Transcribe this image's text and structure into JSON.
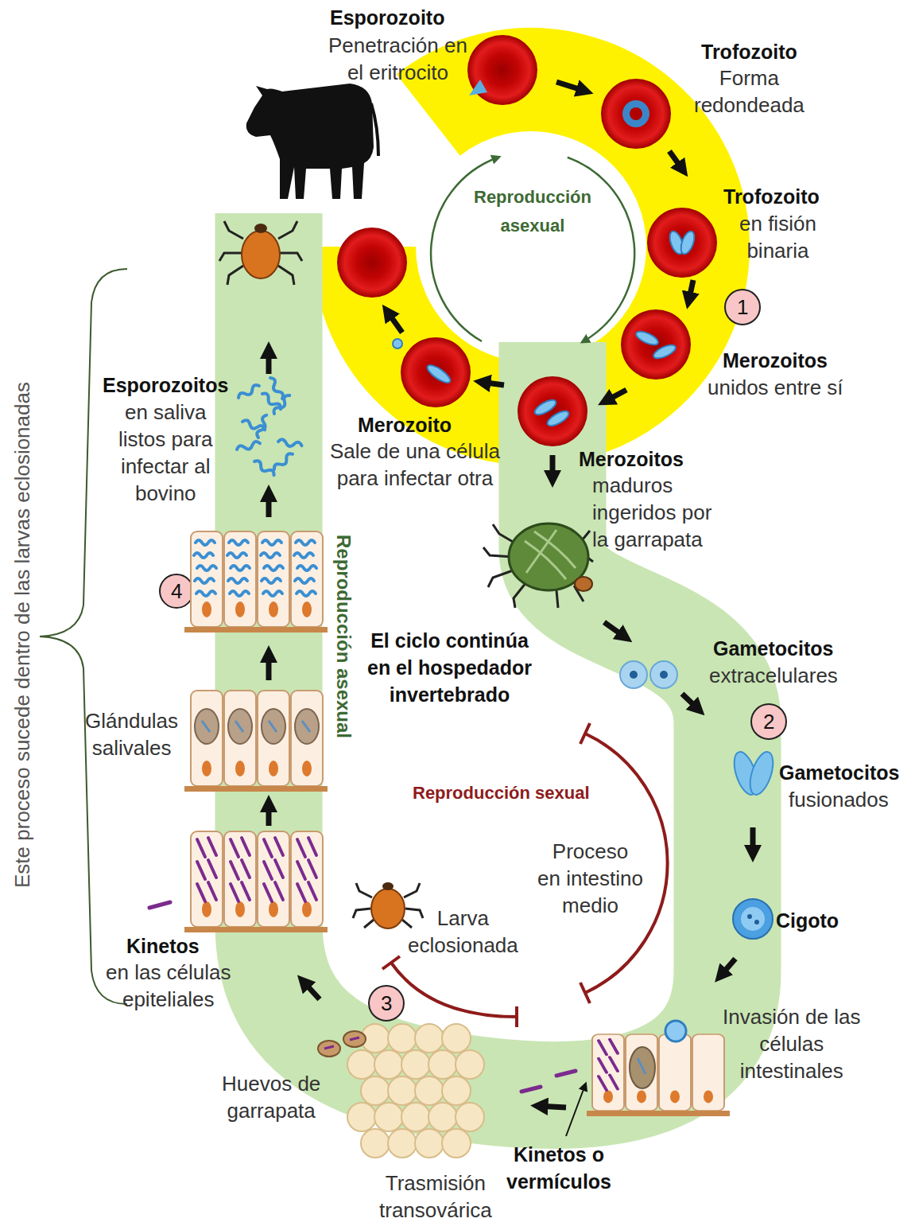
{
  "diagram": {
    "labels": [
      "Esporozoito",
      "Penetración en el eritrocito",
      "Trofozoito",
      "Forma redondeada",
      "Reproducción asexual",
      "Trofozoito",
      "en fisión binaria",
      "1",
      "Merozoitos",
      "unidos entre sí",
      "Esporozoitos",
      "en saliva listos para infectar al bovino",
      "Merozoito",
      "Sale de una célula para infectar otra",
      "Merozoitos",
      "maduros ingeridos por la garrapata",
      "Reproducción asexual",
      "4",
      "El ciclo continúa en el hospedador invertebrado",
      "Gametocitos",
      "extracelulares",
      "2",
      "Glándulas salivales",
      "Reproducción sexual",
      "Gametocitos",
      "fusionados",
      "Proceso en intestino medio",
      "Cigoto",
      "Larva eclosionada",
      "Kinetos",
      "en las células epiteliales",
      "3",
      "Invasión de las células intestinales",
      "Huevos de garrapata",
      "Kinetos o vermículos",
      "Trasmisión transovárica",
      "Este proceso sucede dentro de las larvas eclosionadas"
    ]
  }
}
